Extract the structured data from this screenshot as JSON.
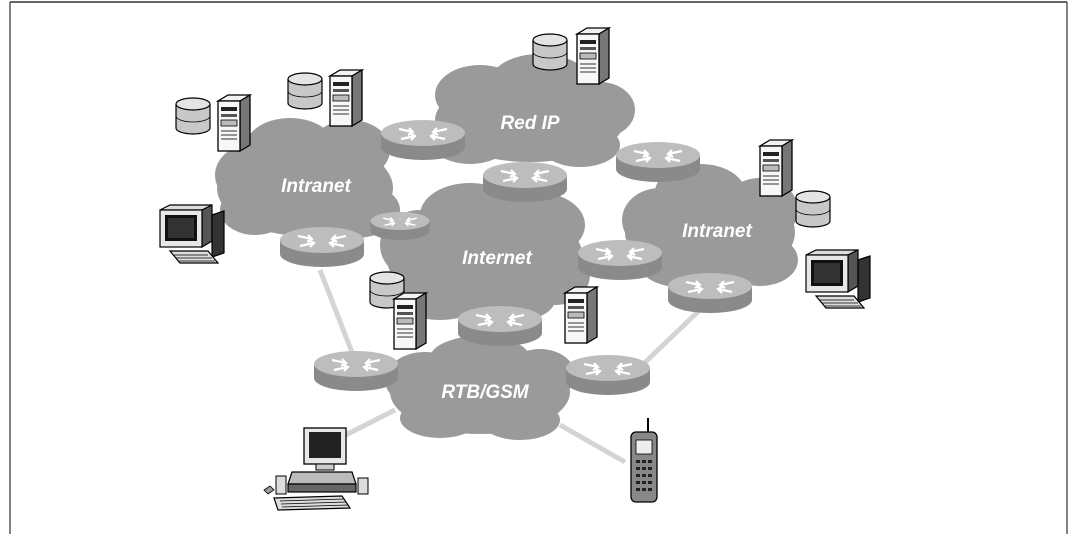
{
  "clouds": {
    "intranet_left": "Intranet",
    "red_ip": "Red IP",
    "internet": "Internet",
    "intranet_right": "Intranet",
    "rtb_gsm": "RTB/GSM"
  },
  "colors": {
    "cloud_fill": "#9a9a9a",
    "router_top": "#bdbdbd",
    "router_side": "#8a8a8a",
    "link": "#d4d4d4",
    "frame": "#333333"
  },
  "icons": {
    "router": "router-icon",
    "server": "server-tower-icon",
    "database": "database-cylinder-icon",
    "workstation": "desktop-computer-icon",
    "laptop_pc": "personal-computer-icon",
    "phone": "mobile-phone-icon"
  }
}
